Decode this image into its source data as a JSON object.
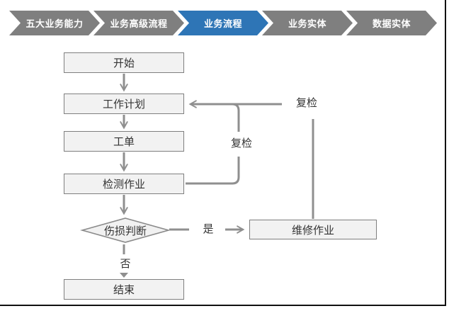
{
  "breadcrumb": {
    "items": [
      {
        "label": "五大业务能力",
        "active": false
      },
      {
        "label": "业务高级流程",
        "active": false
      },
      {
        "label": "业务流程",
        "active": true
      },
      {
        "label": "业务实体",
        "active": false
      },
      {
        "label": "数据实体",
        "active": false
      }
    ],
    "colors": {
      "active": "#2E75B6",
      "inactive": "#7F7F7F",
      "text": "#FFFFFF"
    }
  },
  "flowchart": {
    "nodes": [
      {
        "id": "start",
        "label": "开始",
        "shape": "rect"
      },
      {
        "id": "work-plan",
        "label": "工作计划",
        "shape": "rect"
      },
      {
        "id": "work-order",
        "label": "工单",
        "shape": "rect"
      },
      {
        "id": "inspection-task",
        "label": "检测作业",
        "shape": "rect"
      },
      {
        "id": "damage-judgment",
        "label": "伤损判断",
        "shape": "diamond"
      },
      {
        "id": "repair-task",
        "label": "维修作业",
        "shape": "rect"
      },
      {
        "id": "end",
        "label": "结束",
        "shape": "rect"
      }
    ],
    "edge_labels": {
      "recheck_inner": "复检",
      "recheck_outer": "复检",
      "yes": "是",
      "no": "否"
    },
    "edges": [
      {
        "from": "start",
        "to": "work-plan"
      },
      {
        "from": "work-plan",
        "to": "work-order"
      },
      {
        "from": "work-order",
        "to": "inspection-task"
      },
      {
        "from": "inspection-task",
        "to": "damage-judgment"
      },
      {
        "from": "inspection-task",
        "to": "work-plan",
        "label": "复检"
      },
      {
        "from": "damage-judgment",
        "to": "repair-task",
        "label": "是"
      },
      {
        "from": "repair-task",
        "to": "work-plan",
        "label": "复检"
      },
      {
        "from": "damage-judgment",
        "to": "end",
        "label": "否"
      }
    ],
    "colors": {
      "node_fill": "#F2F2F2",
      "node_border": "#7F7F7F",
      "connector": "#8F8F8F",
      "label_text": "#333333"
    }
  }
}
